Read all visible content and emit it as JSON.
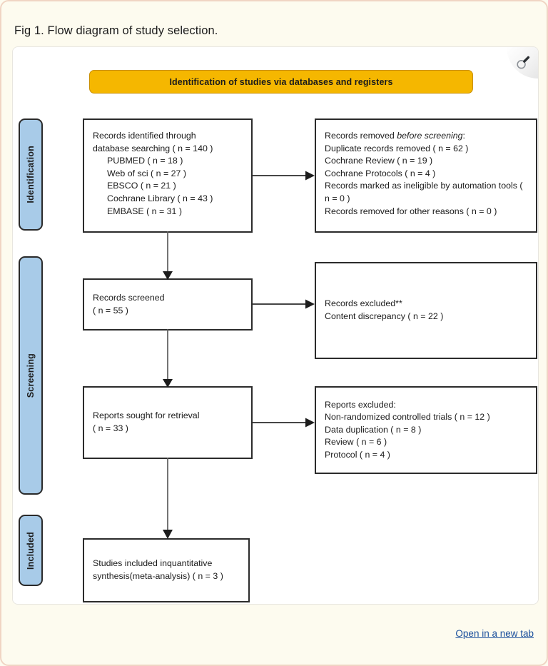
{
  "caption": "Fig 1. Flow diagram of study selection.",
  "banner": {
    "title": "Identification of studies via databases and registers"
  },
  "zoom_button": {
    "icon": "magnifier-icon"
  },
  "stages": [
    {
      "id": "identification",
      "label": "Identification"
    },
    {
      "id": "screening",
      "label": "Screening"
    },
    {
      "id": "included",
      "label": "Included"
    }
  ],
  "boxes": {
    "identified": {
      "line1": "Records identified through",
      "line2": "database searching ( n = 140 )",
      "sources": [
        "PUBMED ( n = 18 )",
        "Web of sci ( n = 27 )",
        "EBSCO ( n = 21 )",
        "Cochrane Library ( n = 43 )",
        "EMBASE ( n = 31 )"
      ]
    },
    "removed": {
      "heading_prefix": "Records removed ",
      "heading_italic": "before screening",
      "heading_suffix": ":",
      "lines": [
        "Duplicate records removed ( n = 62 )",
        "Cochrane Review ( n = 19 )",
        "Cochrane Protocols ( n = 4 )",
        "Records marked as ineligible by automation tools ( n = 0 )",
        "Records removed for other reasons ( n = 0 )"
      ]
    },
    "screened": {
      "line1": "Records screened",
      "line2": "( n = 55 )"
    },
    "excluded": {
      "line1": "Records excluded**",
      "line2": "Content discrepancy ( n = 22 )"
    },
    "reports_sought": {
      "line1": "Reports sought for retrieval",
      "line2": "( n = 33 )"
    },
    "reports_excluded": {
      "heading": "Reports excluded:",
      "lines": [
        "Non-randomized controlled trials ( n = 12 )",
        "Data duplication ( n = 8 )",
        "Review ( n = 6 )",
        "Protocol ( n = 4 )"
      ]
    },
    "included": {
      "line1": "Studies included inquantitative",
      "line2": "synthesis(meta-analysis) ( n = 3 )"
    }
  },
  "footer": {
    "open_new_tab": "Open in a new tab"
  },
  "colors": {
    "page_background": "#fdfbef",
    "page_border": "#f0d5c4",
    "banner_fill": "#f5b700",
    "stage_fill": "#a8cbe8",
    "box_border": "#2b2b2b",
    "link": "#1a4f9c"
  }
}
